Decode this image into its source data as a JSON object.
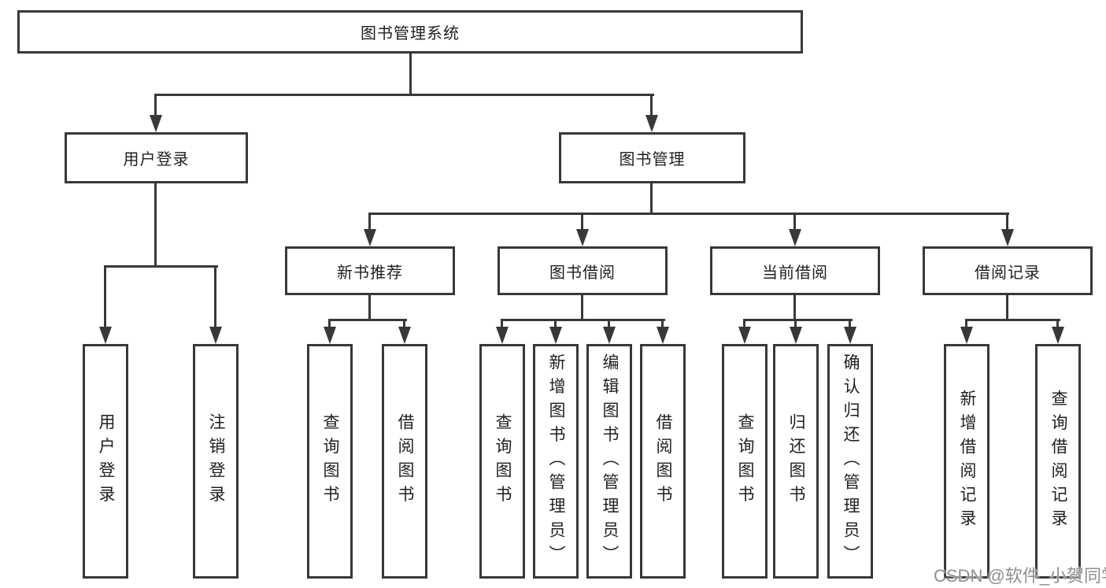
{
  "diagram": {
    "type": "hierarchy-tree",
    "root": {
      "label": "图书管理系统"
    },
    "level2": [
      {
        "label": "用户登录",
        "parent": "图书管理系统"
      },
      {
        "label": "图书管理",
        "parent": "图书管理系统"
      }
    ],
    "level3": [
      {
        "label": "新书推荐",
        "parent": "图书管理"
      },
      {
        "label": "图书借阅",
        "parent": "图书管理"
      },
      {
        "label": "当前借阅",
        "parent": "图书管理"
      },
      {
        "label": "借阅记录",
        "parent": "图书管理"
      }
    ],
    "leaves": [
      {
        "label": "用户登录",
        "parent": "用户登录"
      },
      {
        "label": "注销登录",
        "parent": "用户登录"
      },
      {
        "label": "查询图书",
        "parent": "新书推荐"
      },
      {
        "label": "借阅图书",
        "parent": "新书推荐"
      },
      {
        "label": "查询图书",
        "parent": "图书借阅"
      },
      {
        "label": "新增图书（管理员）",
        "parent": "图书借阅"
      },
      {
        "label": "编辑图书（管理员）",
        "parent": "图书借阅"
      },
      {
        "label": "借阅图书",
        "parent": "图书借阅"
      },
      {
        "label": "查询图书",
        "parent": "当前借阅"
      },
      {
        "label": "归还图书",
        "parent": "当前借阅"
      },
      {
        "label": "确认归还（管理员）",
        "parent": "当前借阅"
      },
      {
        "label": "新增借阅记录",
        "parent": "借阅记录"
      },
      {
        "label": "查询借阅记录",
        "parent": "借阅记录"
      }
    ],
    "watermark": "CSDN @软件_小贺同学",
    "colors": {
      "line": "#383838",
      "text": "#1f1f1f",
      "watermark": "#8f8f8f",
      "background": "#ffffff"
    }
  }
}
